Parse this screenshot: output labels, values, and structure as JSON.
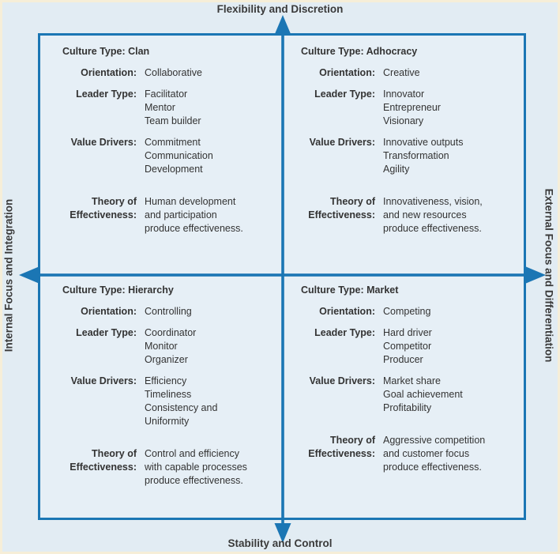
{
  "colors": {
    "axis_blue": "#1b76b4",
    "background": "#e2ecf3",
    "frame_fill": "#e6eff6",
    "text": "#333333",
    "edge_strip": "#f6eed8"
  },
  "axes": {
    "top": "Flexibility and Discretion",
    "bottom": "Stability and Control",
    "left": "Internal Focus and Integration",
    "right": "External Focus and Differentiation"
  },
  "quadrants": [
    {
      "id": "clan",
      "culture_type": "Culture Type: Clan",
      "rows": [
        {
          "label": "Orientation:",
          "value": "Collaborative"
        },
        {
          "label": "Leader Type:",
          "value": "Facilitator\nMentor\nTeam builder"
        },
        {
          "label": "Value Drivers:",
          "value": "Commitment\nCommunication\nDevelopment"
        },
        {
          "label": "Theory of\nEffectiveness:",
          "value": "Human development\nand participation\nproduce effectiveness."
        }
      ]
    },
    {
      "id": "adhocracy",
      "culture_type": "Culture Type: Adhocracy",
      "rows": [
        {
          "label": "Orientation:",
          "value": "Creative"
        },
        {
          "label": "Leader Type:",
          "value": "Innovator\nEntrepreneur\nVisionary"
        },
        {
          "label": "Value Drivers:",
          "value": "Innovative outputs\nTransformation\nAgility"
        },
        {
          "label": "Theory of\nEffectiveness:",
          "value": "Innovativeness, vision,\nand new resources\nproduce effectiveness."
        }
      ]
    },
    {
      "id": "hierarchy",
      "culture_type": "Culture Type: Hierarchy",
      "rows": [
        {
          "label": "Orientation:",
          "value": "Controlling"
        },
        {
          "label": "Leader Type:",
          "value": "Coordinator\nMonitor\nOrganizer"
        },
        {
          "label": "Value Drivers:",
          "value": "Efficiency\nTimeliness\nConsistency and\nUniformity"
        },
        {
          "label": "Theory of\nEffectiveness:",
          "value": "Control and efficiency\nwith capable processes\nproduce effectiveness."
        }
      ]
    },
    {
      "id": "market",
      "culture_type": "Culture Type: Market",
      "rows": [
        {
          "label": "Orientation:",
          "value": "Competing"
        },
        {
          "label": "Leader Type:",
          "value": "Hard driver\nCompetitor\nProducer"
        },
        {
          "label": "Value Drivers:",
          "value": "Market share\nGoal achievement\nProfitability"
        },
        {
          "label": "Theory of\nEffectiveness:",
          "value": "Aggressive competition\nand customer focus\nproduce effectiveness."
        }
      ]
    }
  ]
}
